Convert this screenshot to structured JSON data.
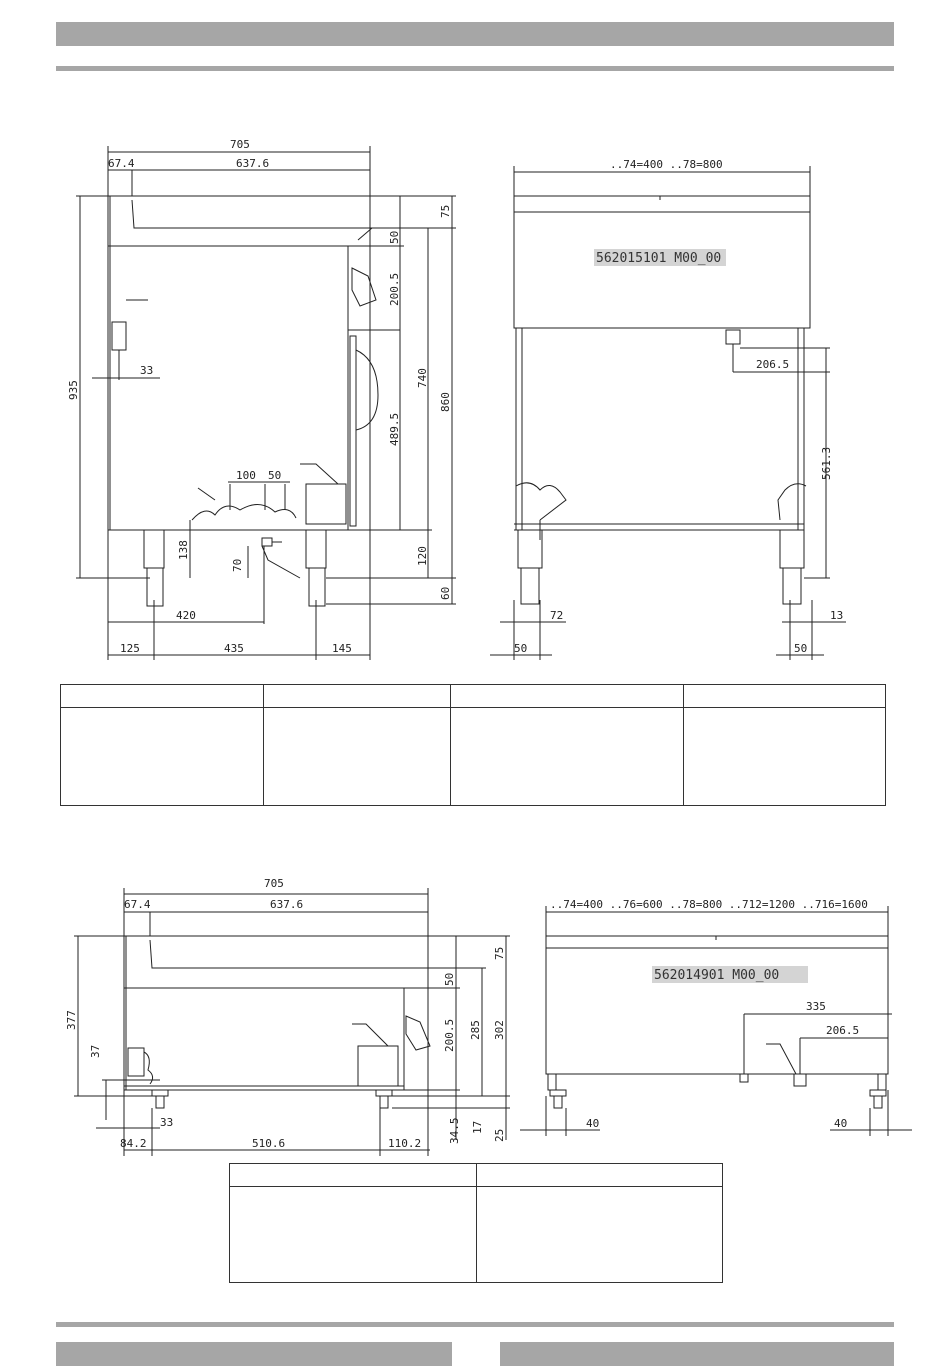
{
  "header": {
    "bar_color": "#a6a6a6"
  },
  "drawing1": {
    "side_view": {
      "dims": [
        "705",
        "67.4",
        "637.6",
        "935",
        "33",
        "75",
        "50",
        "200.5",
        "740",
        "860",
        "489.5",
        "100",
        "50",
        "138",
        "70",
        "120",
        "60",
        "420",
        "125",
        "435",
        "145"
      ]
    },
    "front_view": {
      "top_dim": "..74=400 ..78=800",
      "code": "562015101 M00_00",
      "dims": [
        "206.5",
        "561.3",
        "72",
        "13",
        "50",
        "50"
      ]
    }
  },
  "drawing2": {
    "side_view": {
      "dims": [
        "705",
        "67.4",
        "637.6",
        "377",
        "37",
        "75",
        "50",
        "200.5",
        "285",
        "302",
        "33",
        "34.5",
        "17",
        "25",
        "84.2",
        "510.6",
        "110.2"
      ]
    },
    "front_view": {
      "top_dim": "..74=400 ..76=600 ..78=800 ..712=1200 ..716=1600",
      "code": "562014901 M00_00",
      "dims": [
        "335",
        "206.5",
        "40",
        "40"
      ]
    }
  },
  "table1": {
    "columns": 4
  },
  "table2": {
    "columns": 2
  }
}
